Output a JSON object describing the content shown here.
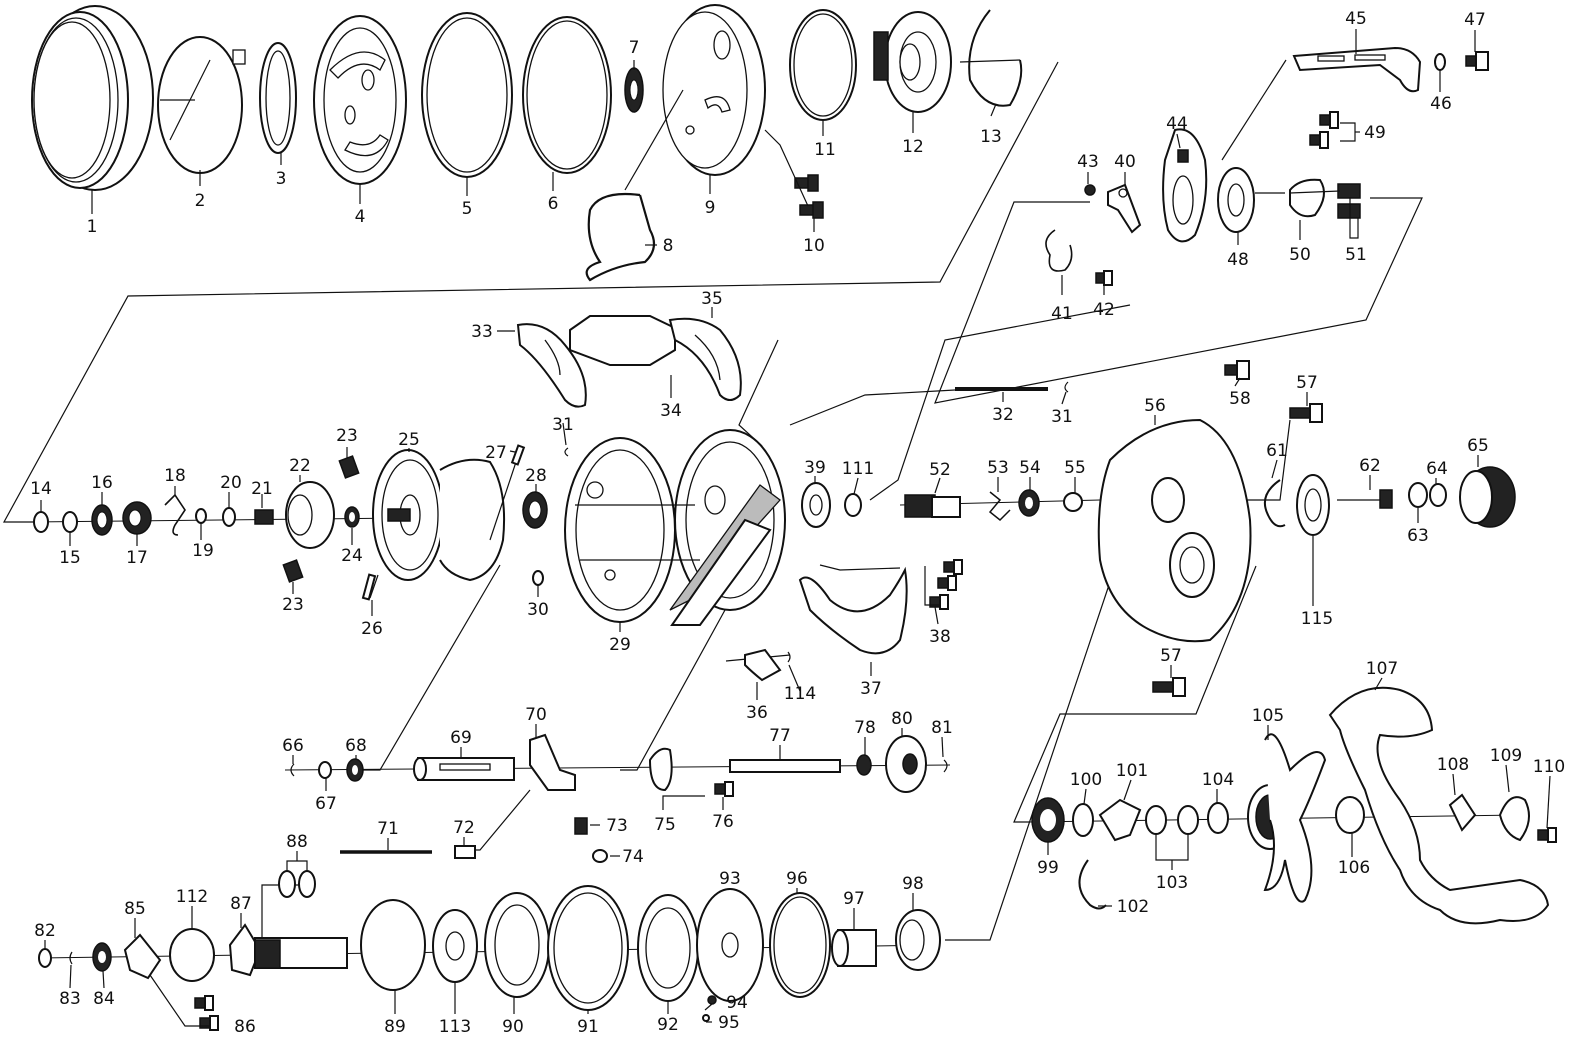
{
  "parts": [
    {
      "id": "p1",
      "label": "1"
    },
    {
      "id": "p2",
      "label": "2"
    },
    {
      "id": "p3",
      "label": "3"
    },
    {
      "id": "p4",
      "label": "4"
    },
    {
      "id": "p5",
      "label": "5"
    },
    {
      "id": "p6",
      "label": "6"
    },
    {
      "id": "p7",
      "label": "7"
    },
    {
      "id": "p8",
      "label": "8"
    },
    {
      "id": "p9",
      "label": "9"
    },
    {
      "id": "p10",
      "label": "10"
    },
    {
      "id": "p11",
      "label": "11"
    },
    {
      "id": "p12",
      "label": "12"
    },
    {
      "id": "p13",
      "label": "13"
    },
    {
      "id": "p14",
      "label": "14"
    },
    {
      "id": "p15",
      "label": "15"
    },
    {
      "id": "p16",
      "label": "16"
    },
    {
      "id": "p17",
      "label": "17"
    },
    {
      "id": "p18",
      "label": "18"
    },
    {
      "id": "p19",
      "label": "19"
    },
    {
      "id": "p20",
      "label": "20"
    },
    {
      "id": "p21",
      "label": "21"
    },
    {
      "id": "p22",
      "label": "22"
    },
    {
      "id": "p23a",
      "label": "23"
    },
    {
      "id": "p23b",
      "label": "23"
    },
    {
      "id": "p24",
      "label": "24"
    },
    {
      "id": "p25",
      "label": "25"
    },
    {
      "id": "p26",
      "label": "26"
    },
    {
      "id": "p27",
      "label": "27"
    },
    {
      "id": "p28",
      "label": "28"
    },
    {
      "id": "p29",
      "label": "29"
    },
    {
      "id": "p30",
      "label": "30"
    },
    {
      "id": "p31a",
      "label": "31"
    },
    {
      "id": "p31b",
      "label": "31"
    },
    {
      "id": "p32",
      "label": "32"
    },
    {
      "id": "p33",
      "label": "33"
    },
    {
      "id": "p34",
      "label": "34"
    },
    {
      "id": "p35",
      "label": "35"
    },
    {
      "id": "p36",
      "label": "36"
    },
    {
      "id": "p37",
      "label": "37"
    },
    {
      "id": "p38",
      "label": "38"
    },
    {
      "id": "p39",
      "label": "39"
    },
    {
      "id": "p40",
      "label": "40"
    },
    {
      "id": "p41",
      "label": "41"
    },
    {
      "id": "p42",
      "label": "42"
    },
    {
      "id": "p43",
      "label": "43"
    },
    {
      "id": "p44",
      "label": "44"
    },
    {
      "id": "p45",
      "label": "45"
    },
    {
      "id": "p46",
      "label": "46"
    },
    {
      "id": "p47",
      "label": "47"
    },
    {
      "id": "p48",
      "label": "48"
    },
    {
      "id": "p49",
      "label": "49"
    },
    {
      "id": "p50",
      "label": "50"
    },
    {
      "id": "p51",
      "label": "51"
    },
    {
      "id": "p52",
      "label": "52"
    },
    {
      "id": "p53",
      "label": "53"
    },
    {
      "id": "p54",
      "label": "54"
    },
    {
      "id": "p55",
      "label": "55"
    },
    {
      "id": "p56",
      "label": "56"
    },
    {
      "id": "p57a",
      "label": "57"
    },
    {
      "id": "p57b",
      "label": "57"
    },
    {
      "id": "p58",
      "label": "58"
    },
    {
      "id": "p61",
      "label": "61"
    },
    {
      "id": "p62",
      "label": "62"
    },
    {
      "id": "p63",
      "label": "63"
    },
    {
      "id": "p64",
      "label": "64"
    },
    {
      "id": "p65",
      "label": "65"
    },
    {
      "id": "p66",
      "label": "66"
    },
    {
      "id": "p67",
      "label": "67"
    },
    {
      "id": "p68",
      "label": "68"
    },
    {
      "id": "p69",
      "label": "69"
    },
    {
      "id": "p70",
      "label": "70"
    },
    {
      "id": "p71",
      "label": "71"
    },
    {
      "id": "p72",
      "label": "72"
    },
    {
      "id": "p73",
      "label": "73"
    },
    {
      "id": "p74",
      "label": "74"
    },
    {
      "id": "p75",
      "label": "75"
    },
    {
      "id": "p76",
      "label": "76"
    },
    {
      "id": "p77",
      "label": "77"
    },
    {
      "id": "p78",
      "label": "78"
    },
    {
      "id": "p80",
      "label": "80"
    },
    {
      "id": "p81",
      "label": "81"
    },
    {
      "id": "p82",
      "label": "82"
    },
    {
      "id": "p83",
      "label": "83"
    },
    {
      "id": "p84",
      "label": "84"
    },
    {
      "id": "p85",
      "label": "85"
    },
    {
      "id": "p86",
      "label": "86"
    },
    {
      "id": "p87",
      "label": "87"
    },
    {
      "id": "p88",
      "label": "88"
    },
    {
      "id": "p89",
      "label": "89"
    },
    {
      "id": "p90",
      "label": "90"
    },
    {
      "id": "p91",
      "label": "91"
    },
    {
      "id": "p92",
      "label": "92"
    },
    {
      "id": "p93",
      "label": "93"
    },
    {
      "id": "p94",
      "label": "94"
    },
    {
      "id": "p95",
      "label": "95"
    },
    {
      "id": "p96",
      "label": "96"
    },
    {
      "id": "p97",
      "label": "97"
    },
    {
      "id": "p98",
      "label": "98"
    },
    {
      "id": "p99",
      "label": "99"
    },
    {
      "id": "p100",
      "label": "100"
    },
    {
      "id": "p101",
      "label": "101"
    },
    {
      "id": "p102",
      "label": "102"
    },
    {
      "id": "p103",
      "label": "103"
    },
    {
      "id": "p104",
      "label": "104"
    },
    {
      "id": "p105",
      "label": "105"
    },
    {
      "id": "p106",
      "label": "106"
    },
    {
      "id": "p107",
      "label": "107"
    },
    {
      "id": "p108",
      "label": "108"
    },
    {
      "id": "p109",
      "label": "109"
    },
    {
      "id": "p110",
      "label": "110"
    },
    {
      "id": "p111",
      "label": "111"
    },
    {
      "id": "p112",
      "label": "112"
    },
    {
      "id": "p113",
      "label": "113"
    },
    {
      "id": "p114",
      "label": "114"
    },
    {
      "id": "p115",
      "label": "115"
    }
  ]
}
